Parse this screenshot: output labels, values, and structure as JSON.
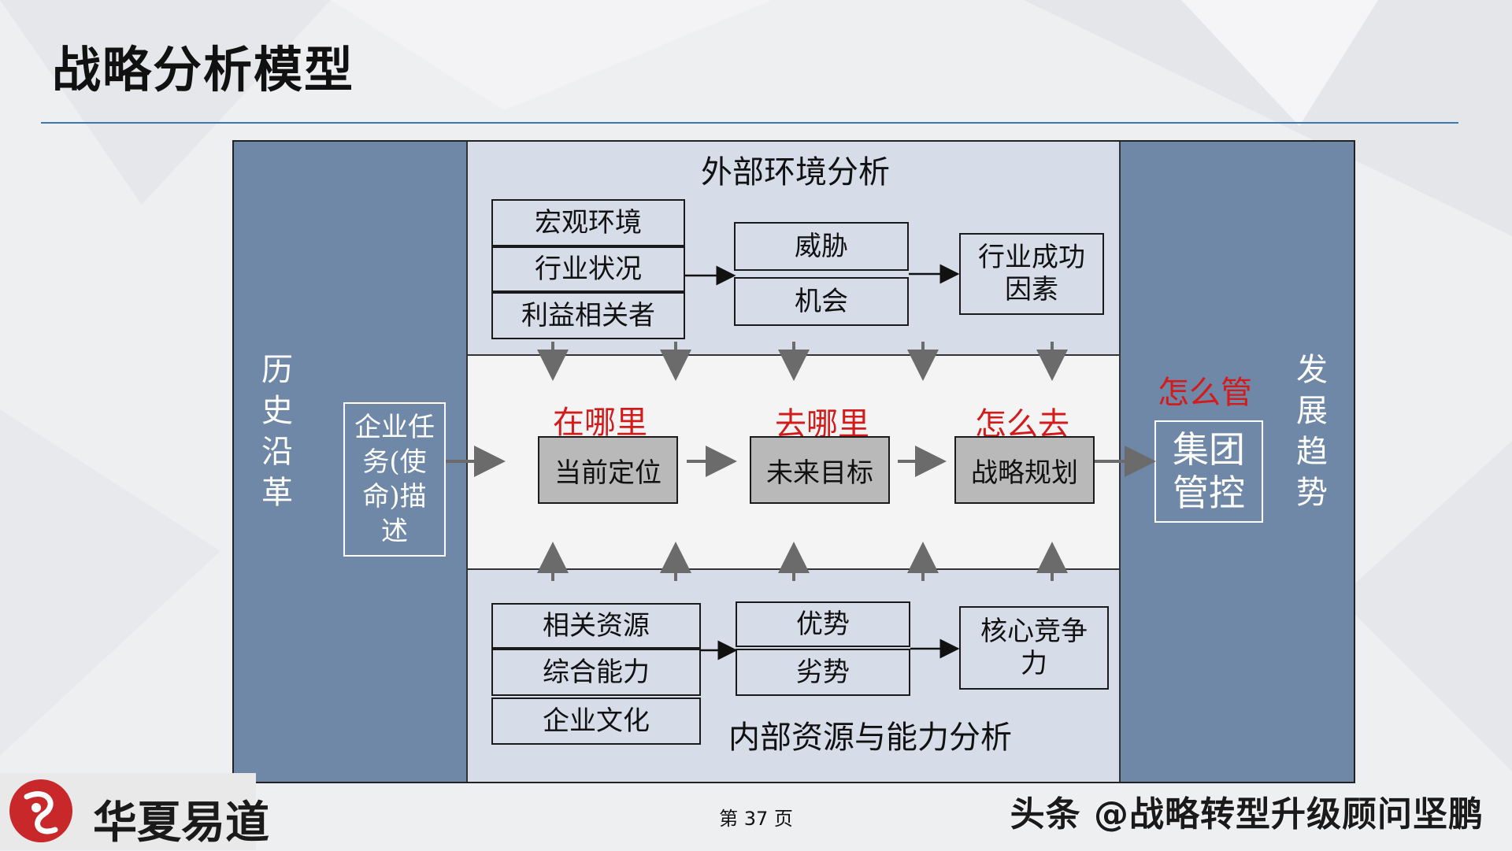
{
  "title": "战略分析模型",
  "left_column": {
    "label": "历史沿革",
    "box": "企业任务(使命)描述"
  },
  "right_column": {
    "label": "发展趋势",
    "question": "怎么管",
    "box": "集团管控"
  },
  "external": {
    "title": "外部环境分析",
    "inputs": [
      "宏观环境",
      "行业状况",
      "利益相关者"
    ],
    "middle": [
      "威胁",
      "机会"
    ],
    "result": "行业成功因素"
  },
  "internal": {
    "title": "内部资源与能力分析",
    "inputs": [
      "相关资源",
      "综合能力",
      "企业文化"
    ],
    "middle": [
      "优势",
      "劣势"
    ],
    "result": "核心竞争力"
  },
  "center": {
    "steps": [
      {
        "question": "在哪里",
        "label": "当前定位"
      },
      {
        "question": "去哪里",
        "label": "未来目标"
      },
      {
        "question": "怎么去",
        "label": "战略规划"
      }
    ]
  },
  "footer": {
    "page": "第 37 页",
    "brand": "华夏易道",
    "credit": "头条 @战略转型升级顾问坚鹏"
  },
  "colors": {
    "column": "#6f88a8",
    "band": "#d6dde8",
    "accent_red": "#d31b1b",
    "rule": "#3f78b0"
  }
}
